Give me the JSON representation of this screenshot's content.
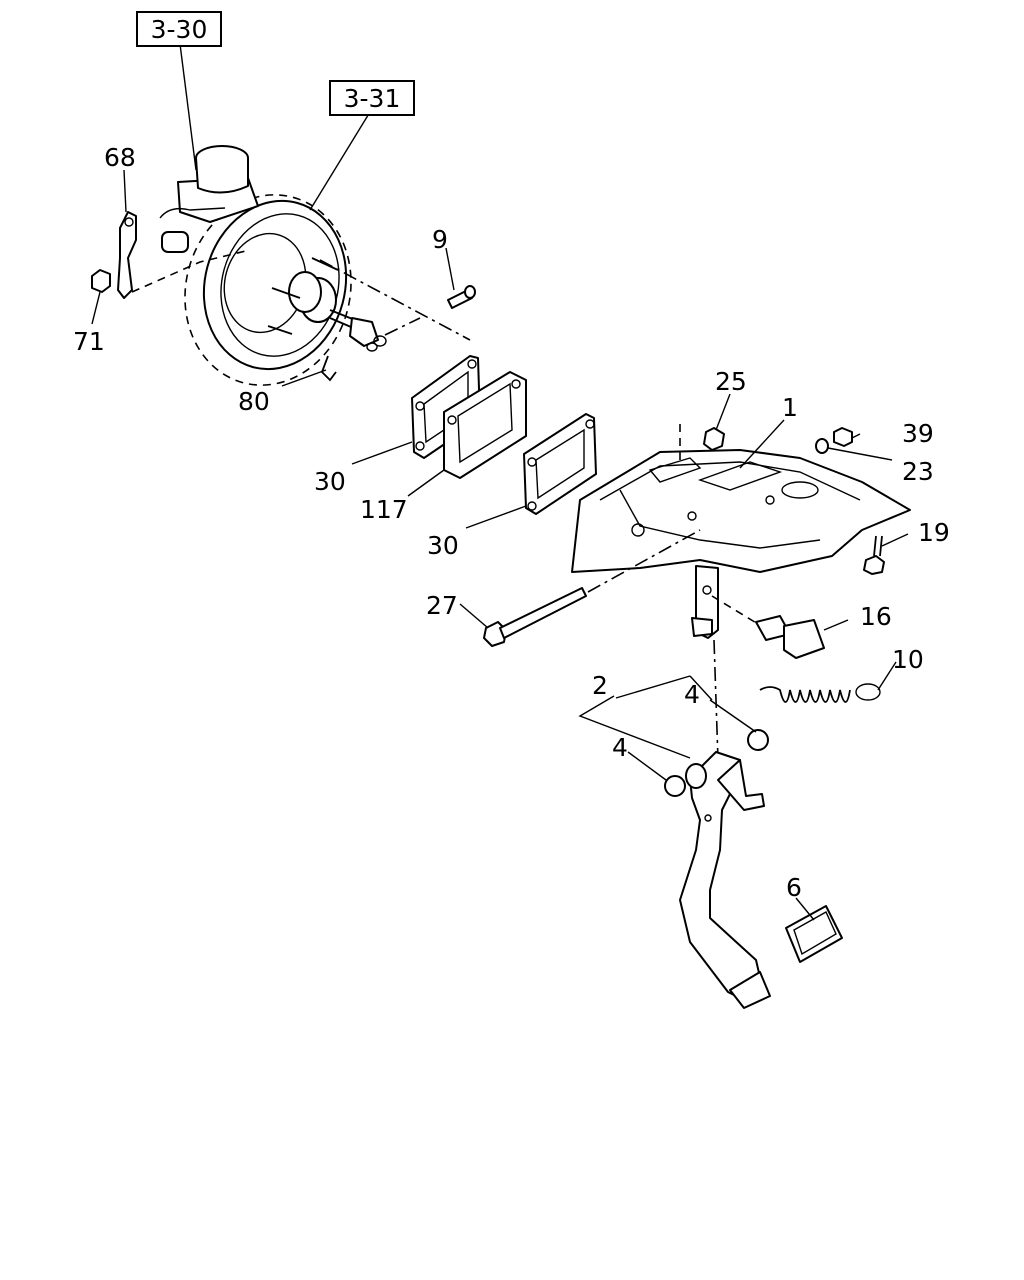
{
  "references": [
    {
      "id": "ref-3-30",
      "text": "3-30"
    },
    {
      "id": "ref-3-31",
      "text": "3-31"
    }
  ],
  "callouts": [
    {
      "id": "c68",
      "text": "68"
    },
    {
      "id": "c71",
      "text": "71"
    },
    {
      "id": "c9",
      "text": "9"
    },
    {
      "id": "c80",
      "text": "80"
    },
    {
      "id": "c30a",
      "text": "30"
    },
    {
      "id": "c117",
      "text": "117"
    },
    {
      "id": "c30b",
      "text": "30"
    },
    {
      "id": "c25",
      "text": "25"
    },
    {
      "id": "c1",
      "text": "1"
    },
    {
      "id": "c39",
      "text": "39"
    },
    {
      "id": "c23",
      "text": "23"
    },
    {
      "id": "c19",
      "text": "19"
    },
    {
      "id": "c27",
      "text": "27"
    },
    {
      "id": "c16",
      "text": "16"
    },
    {
      "id": "c10",
      "text": "10"
    },
    {
      "id": "c2",
      "text": "2"
    },
    {
      "id": "c4a",
      "text": "4"
    },
    {
      "id": "c4b",
      "text": "4"
    },
    {
      "id": "c6",
      "text": "6"
    }
  ]
}
